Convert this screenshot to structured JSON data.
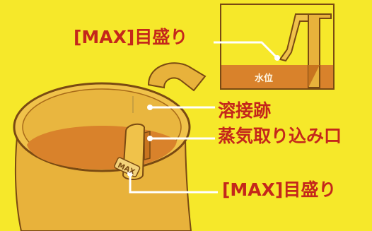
{
  "labels": {
    "max_mark_inset": "[MAX]目盛り",
    "weld_mark": "溶接跡",
    "steam_inlet": "蒸気取り込み口",
    "max_mark_kettle": "[MAX]目盛り",
    "water_level": "水位",
    "max_engraving": "MAX"
  },
  "colors": {
    "background": "#f6e82a",
    "label_text": "#c4271b",
    "kettle_body": "#e8b23b",
    "kettle_inner": "#f0c24a",
    "water": "#d9822b",
    "outline": "#7a4a12",
    "leader_line": "#ffffff"
  }
}
